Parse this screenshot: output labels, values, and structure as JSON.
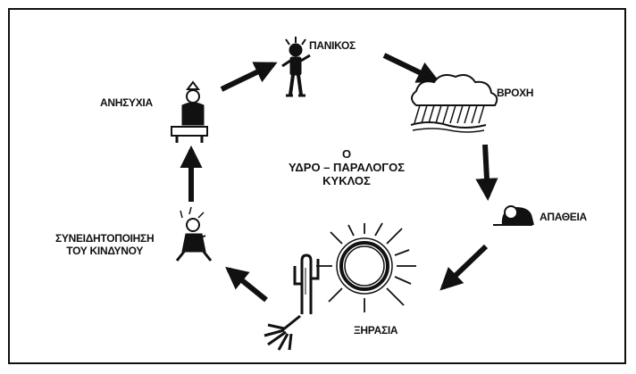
{
  "title": {
    "line1": "Ο",
    "line2": "ΥΔΡΟ – ΠΑΡΑΛΟΓΟΣ",
    "line3": "ΚΥΚΛΟΣ"
  },
  "stages": {
    "panic": "ΠΑΝΙΚΟΣ",
    "rain": "ΒΡΟΧΗ",
    "apathy": "ΑΠΑΘΕΙΑ",
    "drought": "ΞΗΡΑΣΙΑ",
    "awareness_line1": "ΣΥΝΕΙΔΗΤΟΠΟΙΗΣΗ",
    "awareness_line2": "ΤΟΥ ΚΙΝΔΥΝΟΥ",
    "anxiety": "ΑΝΗΣΥΧΙΑ"
  }
}
